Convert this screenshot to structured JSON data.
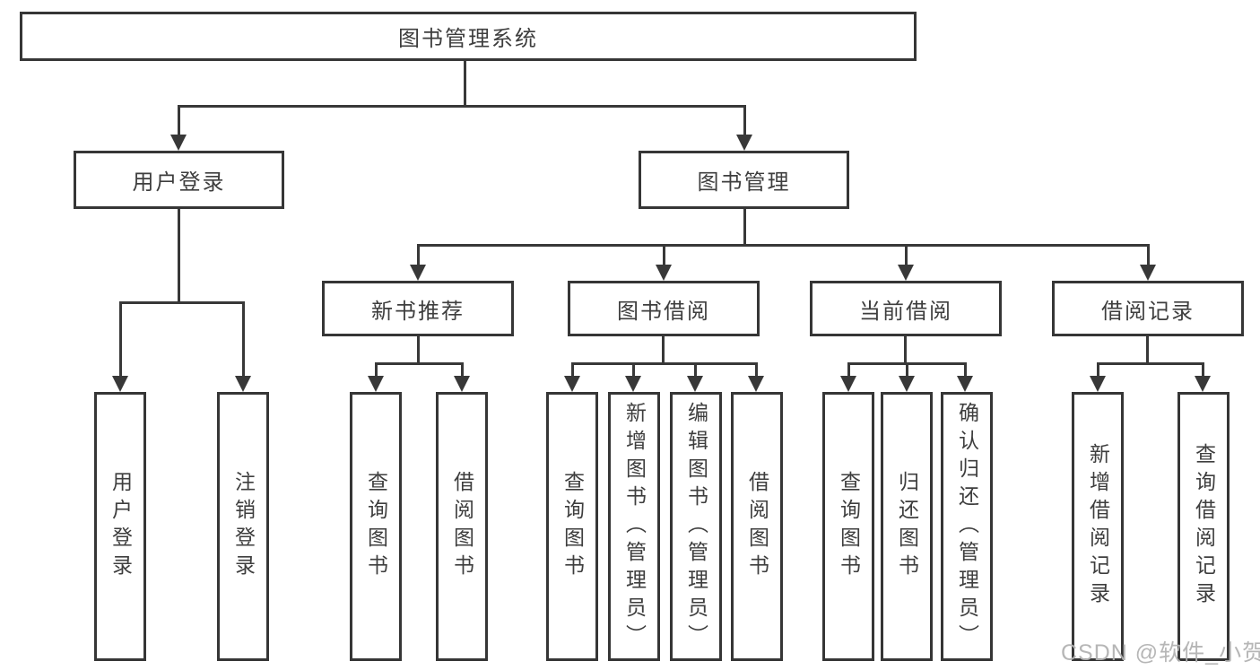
{
  "nodes": {
    "root": "图书管理系统",
    "user_login": "用户登录",
    "book_mgmt": "图书管理",
    "new_book_rec": "新书推荐",
    "book_borrow": "图书借阅",
    "current_borrow": "当前借阅",
    "borrow_records": "借阅记录",
    "leaf_user_login": "用户登录",
    "leaf_logout": "注销登录",
    "leaf_rec_query_book": "查询图书",
    "leaf_rec_borrow_book": "借阅图书",
    "leaf_bb_query_book": "查询图书",
    "leaf_bb_add_book_admin": "新增图书（管理员）",
    "leaf_bb_edit_book_admin": "编辑图书（管理员）",
    "leaf_bb_borrow_book": "借阅图书",
    "leaf_cb_query_book": "查询图书",
    "leaf_cb_return_book": "归还图书",
    "leaf_cb_confirm_return_admin": "确认归还（管理员）",
    "leaf_br_add_record": "新增借阅记录",
    "leaf_br_query_record": "查询借阅记录"
  },
  "watermark": "CSDN @软件_小贺同学",
  "colors": {
    "line": "#383838",
    "border": "#363636",
    "text": "#3e3e3e",
    "watermark": "#b2b2b2",
    "background": "#ffffff"
  }
}
